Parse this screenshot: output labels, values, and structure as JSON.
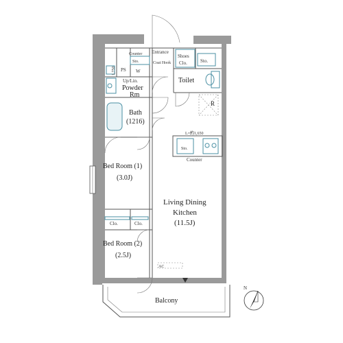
{
  "rooms": {
    "entrance": "Entrance",
    "counter_small": "Counter",
    "coat_hook": "Coat Hook",
    "shoes_closet_line1": "Shoes",
    "shoes_closet_line2": "Clo.",
    "storage_entrance": "Sto.",
    "storage_small": "Sto.",
    "washer": "W",
    "ps": "PS",
    "up_lin": "Up/Lin.",
    "powder_line1": "Powder",
    "powder_line2": "Rm",
    "toilet": "Toilet",
    "refrigerator": "R",
    "bath": "Bath",
    "bath_size": "(1216)",
    "kitchen_length": "L=約1,650",
    "kitchen_storage": "Sto.",
    "counter": "Counter",
    "bedroom1": "Bed Room (1)",
    "bedroom1_size": "(3.0J)",
    "ldk_line1": "Living Dining",
    "ldk_line2": "Kitchen",
    "ldk_size": "(11.5J)",
    "closet1": "Clo.",
    "closet2": "Clo.",
    "bedroom2": "Bed Room (2)",
    "bedroom2_size": "(2.5J)",
    "ac": "AC",
    "balcony": "Balcony",
    "north": "N",
    "ceiling_height": "1,750"
  },
  "colors": {
    "wall": "#9a9a9a",
    "fixture": "#4a8fa3"
  }
}
